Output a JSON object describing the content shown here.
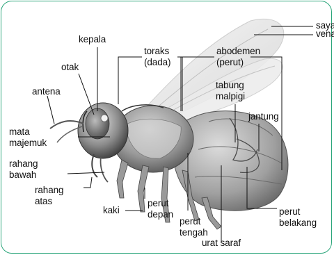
{
  "labels": {
    "sayap": "sayap",
    "vena": "vena",
    "kepala": "kepala",
    "toraks": [
      "toraks",
      "(dada)"
    ],
    "abdomen": [
      "abodemen",
      "(perut)"
    ],
    "otak": "otak",
    "tabung_malpigi": [
      "tabung",
      "malpigi"
    ],
    "antena": "antena",
    "jantung": "jantung",
    "mata_majemuk": [
      "mata",
      "majemuk"
    ],
    "rahang_bawah": [
      "rahang",
      "bawah"
    ],
    "rahang_atas": [
      "rahang",
      "atas"
    ],
    "kaki": "kaki",
    "perut_depan": [
      "perut",
      "depan"
    ],
    "perut_tengah": [
      "perut",
      "tengah"
    ],
    "perut_belakang": [
      "perut",
      "belakang"
    ],
    "urat_saraf": "urat saraf"
  },
  "colors": {
    "frame": "#2aa57a",
    "leader": "#111111"
  }
}
